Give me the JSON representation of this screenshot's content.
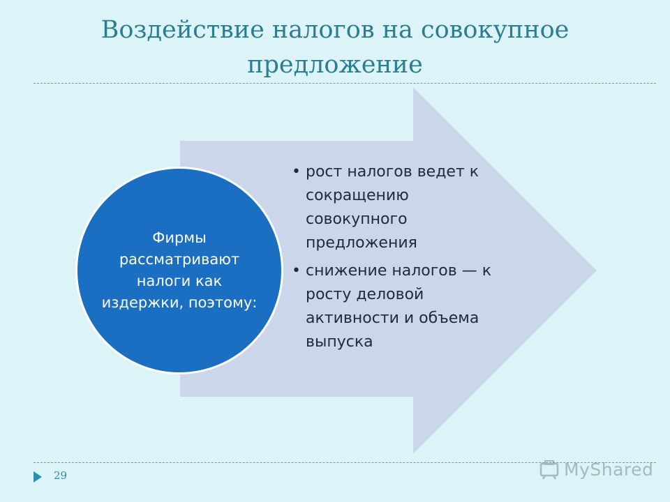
{
  "slide": {
    "title_line1": "Воздействие налогов на совокупное",
    "title_line2": "предложение",
    "page_number": "29"
  },
  "diagram": {
    "circle_text": "Фирмы рассматривают налоги как издержки, поэтому:",
    "bullet_symbol": "•",
    "bullets": [
      "рост налогов ведет к сокращению совокупного предложения",
      "снижение налогов — к росту деловой активности и объема выпуска"
    ]
  },
  "watermark": {
    "text": "MyShared"
  },
  "colors": {
    "background": "#dcf3f8",
    "title": "#2b7d92",
    "arrow_fill": "#cbd6ea",
    "circle_fill": "#1a6fc3",
    "accent": "#2b8fb0"
  }
}
